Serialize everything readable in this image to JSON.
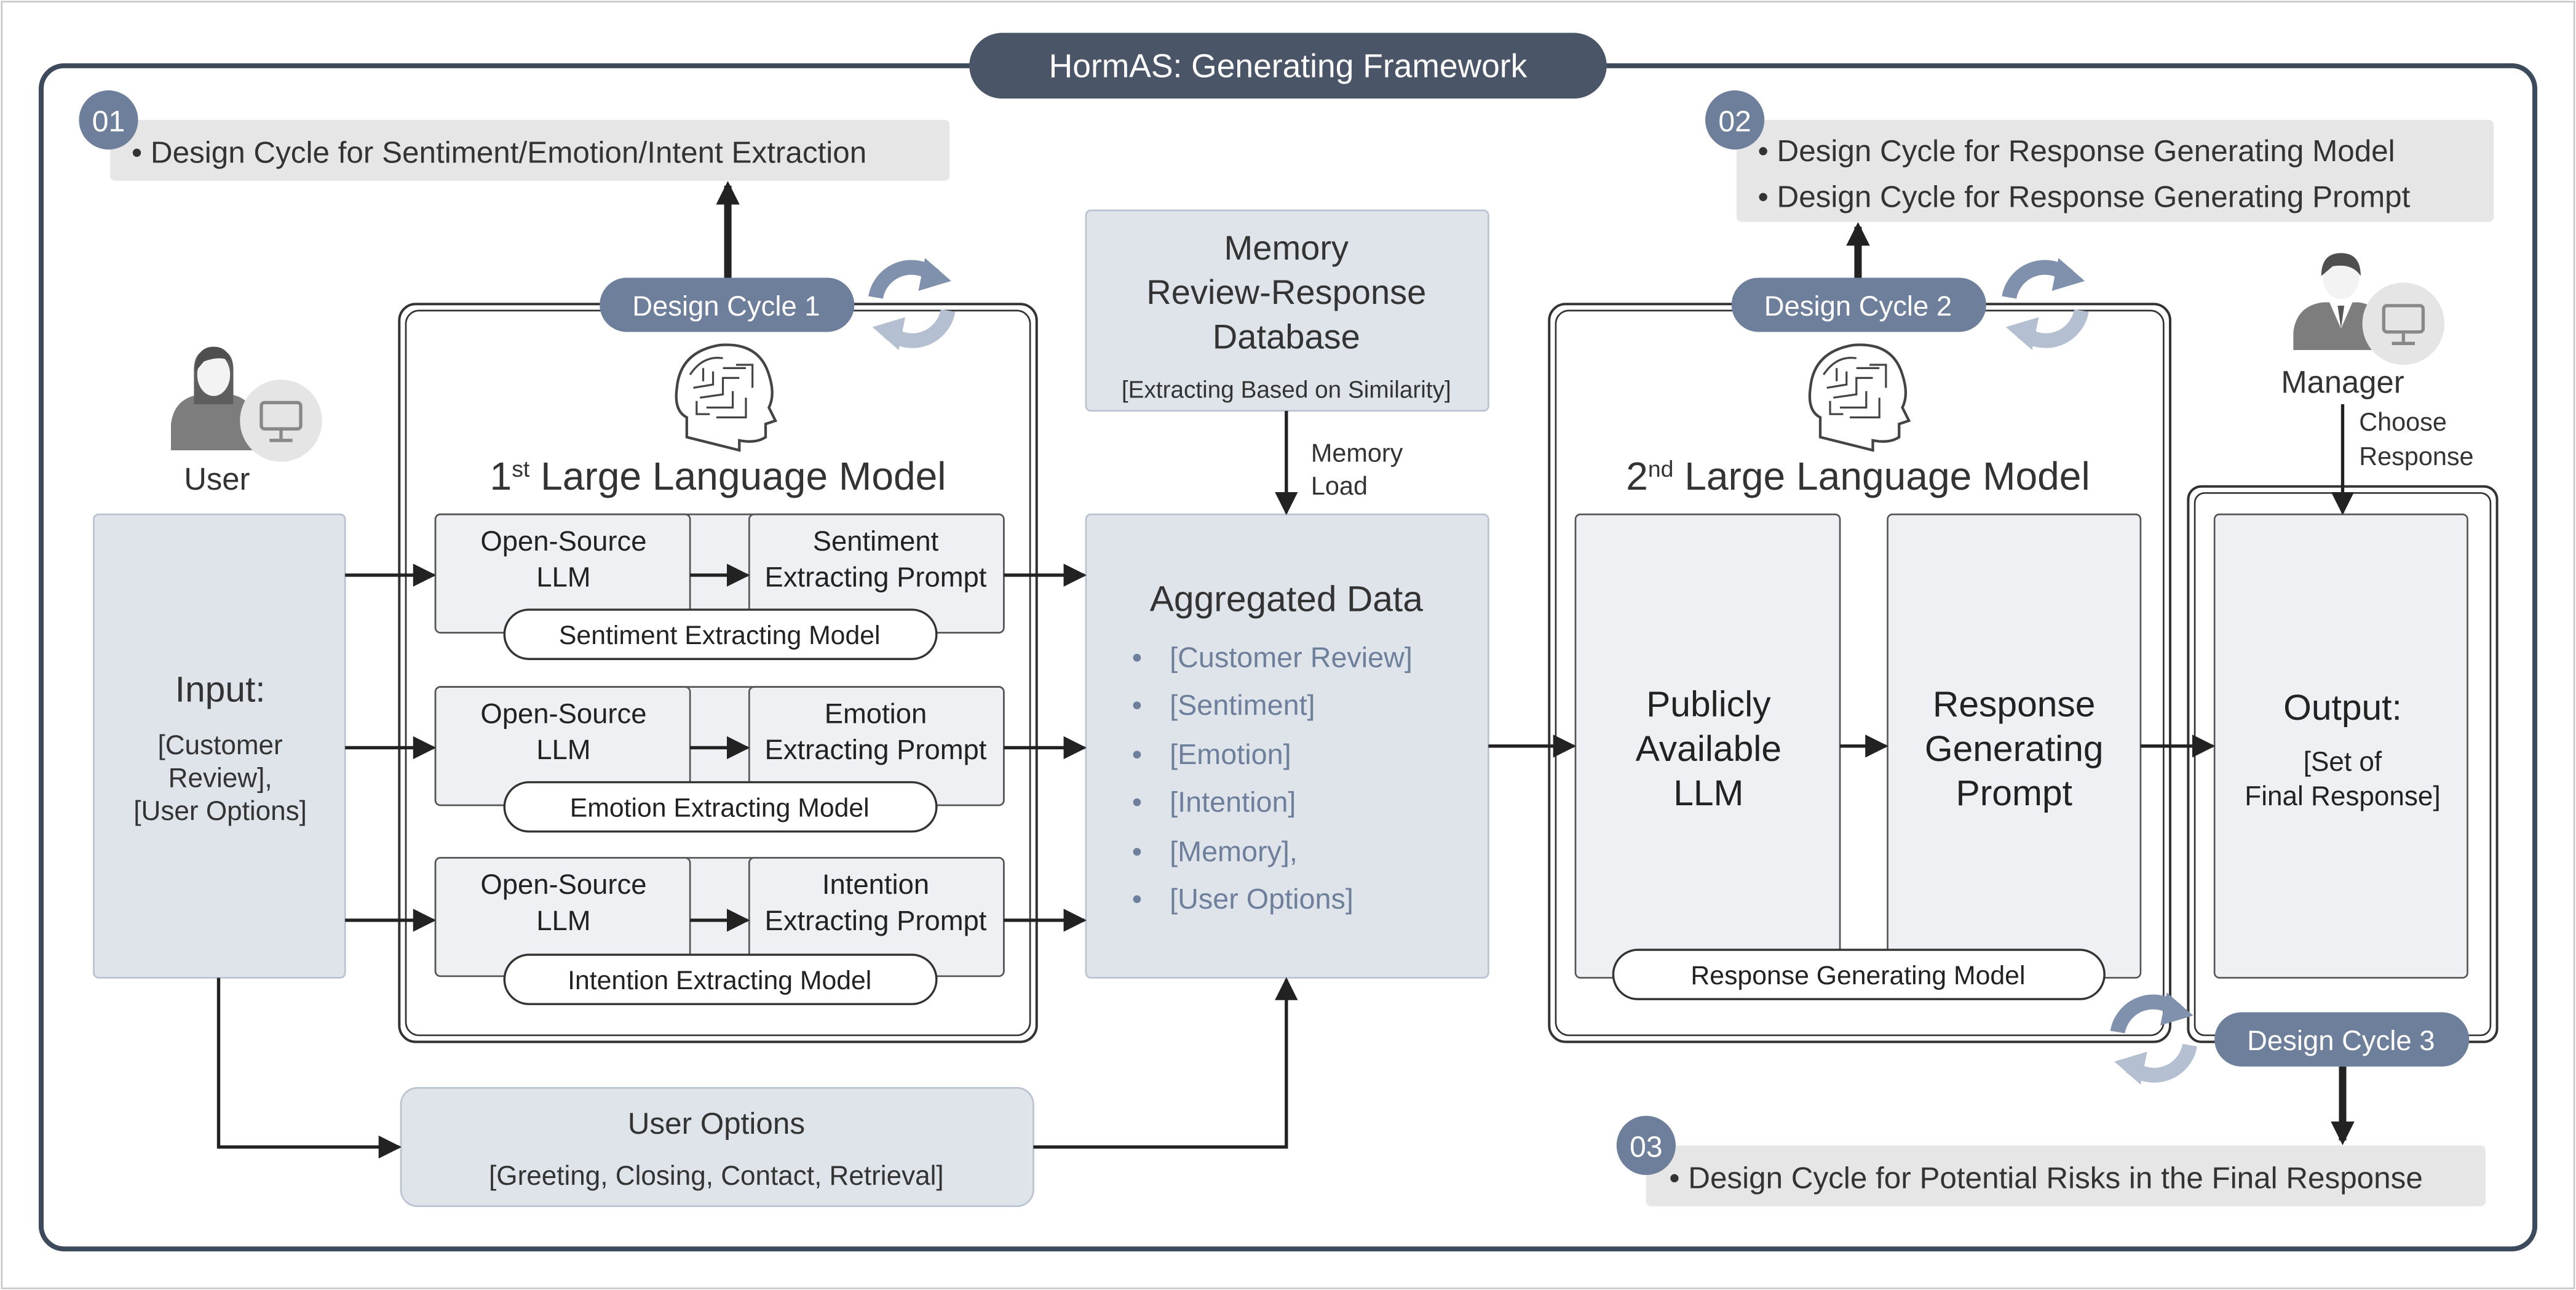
{
  "title": "HormAS: Generating Framework",
  "colors": {
    "frame": "#3d4a5c",
    "title_bg": "#4a5668",
    "pill": "#6d7f9b",
    "box_blue": "#dfe4eb",
    "box_gray": "#eef0f3",
    "note_bg": "#e6e6e6",
    "arrow": "#222222",
    "cycle_icon": "#7f91ad"
  },
  "cycles": {
    "c1": {
      "badge": "01",
      "label": "Design Cycle 1",
      "notes": [
        "•  Design Cycle for Sentiment/Emotion/Intent Extraction"
      ]
    },
    "c2": {
      "badge": "02",
      "label": "Design Cycle 2",
      "notes": [
        "•  Design Cycle for Response Generating Model",
        "•  Design Cycle for Response Generating Prompt"
      ]
    },
    "c3": {
      "badge": "03",
      "label": "Design Cycle 3",
      "notes": [
        "•  Design Cycle for Potential Risks in the Final Response"
      ]
    }
  },
  "user": {
    "label": "User",
    "icon": "user-with-monitor-icon"
  },
  "manager": {
    "label": "Manager",
    "icon": "manager-with-monitor-icon"
  },
  "input": {
    "heading": "Input:",
    "lines": [
      "[Customer",
      "Review],",
      "[User Options]"
    ]
  },
  "llm1": {
    "title_main": "1",
    "title_sup": "st",
    "title_rest": " Large Language Model",
    "icon": "brain-head-icon",
    "rows": [
      {
        "llm": [
          "Open-Source",
          "LLM"
        ],
        "prompt": [
          "Sentiment",
          "Extracting Prompt"
        ],
        "model": "Sentiment Extracting Model"
      },
      {
        "llm": [
          "Open-Source",
          "LLM"
        ],
        "prompt": [
          "Emotion",
          "Extracting Prompt"
        ],
        "model": "Emotion Extracting Model"
      },
      {
        "llm": [
          "Open-Source",
          "LLM"
        ],
        "prompt": [
          "Intention",
          "Extracting Prompt"
        ],
        "model": "Intention Extracting Model"
      }
    ]
  },
  "memory": {
    "lines": [
      "Memory",
      "Review-Response",
      "Database"
    ],
    "sub": "[Extracting Based on Similarity]",
    "load": [
      "Memory",
      "Load"
    ]
  },
  "aggregated": {
    "heading": "Aggregated Data",
    "items": [
      "[Customer Review]",
      "[Sentiment]",
      "[Emotion]",
      "[Intention]",
      "[Memory],",
      "[User Options]"
    ]
  },
  "user_options": {
    "heading": "User Options",
    "sub": "[Greeting, Closing, Contact, Retrieval]"
  },
  "llm2": {
    "title_main": "2",
    "title_sup": "nd",
    "title_rest": " Large Language Model",
    "icon": "brain-head-icon",
    "llm": [
      "Publicly",
      "Available",
      "LLM"
    ],
    "prompt": [
      "Response",
      "Generating",
      "Prompt"
    ],
    "model": "Response Generating Model"
  },
  "choose": [
    "Choose",
    "Response"
  ],
  "output": {
    "heading": "Output:",
    "lines": [
      "[Set of",
      "Final Response]"
    ]
  }
}
